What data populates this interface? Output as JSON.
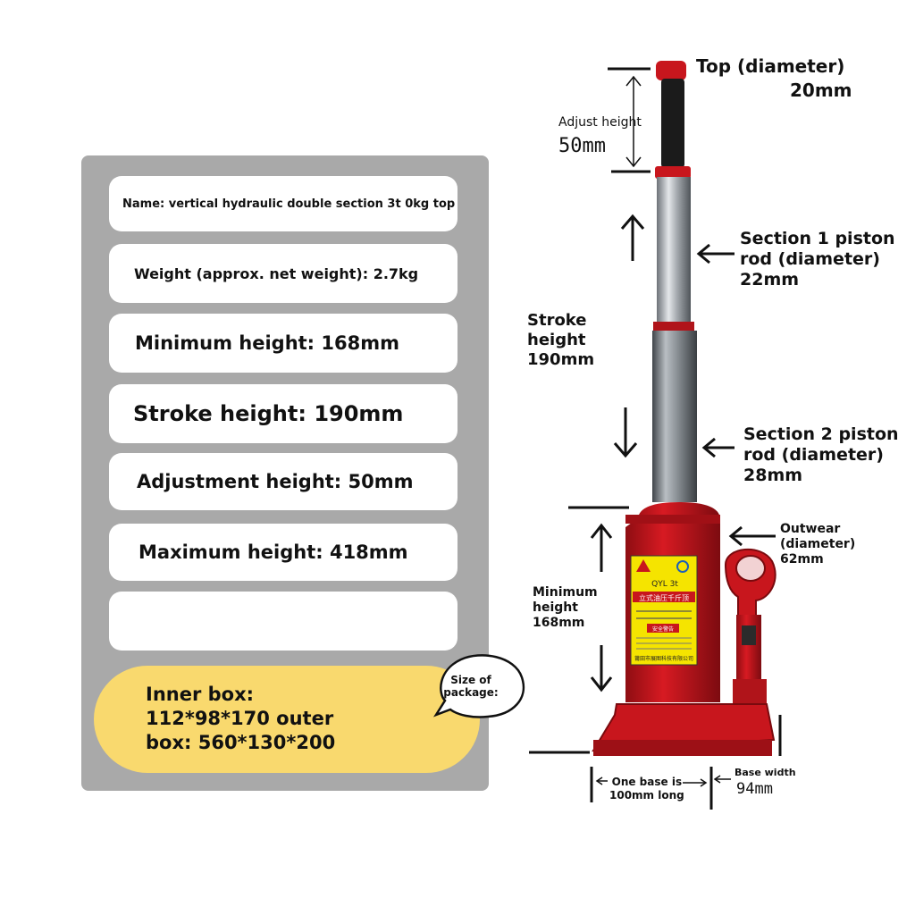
{
  "specs": {
    "name": "Name: vertical hydraulic double section 3t 0kg top",
    "weight": "Weight (approx. net weight): 2.7kg",
    "min_height": "Minimum height: 168mm",
    "stroke_height": "Stroke height: 190mm",
    "adjust_height": "Adjustment height: 50mm",
    "max_height": "Maximum height: 418mm",
    "empty": ""
  },
  "package": {
    "bubble": "Size of package:",
    "line1": "Inner box:",
    "line2": "112*98*170 outer",
    "line3": "box: 560*130*200"
  },
  "diagram": {
    "top_diameter_label": "Top (diameter)",
    "top_diameter_value": "20mm",
    "adjust_label": "Adjust height",
    "adjust_value": "50mm",
    "section1_line1": "Section 1 piston",
    "section1_line2": "rod (diameter)",
    "section1_line3": "22mm",
    "stroke_line1": "Stroke",
    "stroke_line2": "height",
    "stroke_line3": "190mm",
    "section2_line1": "Section 2 piston",
    "section2_line2": "rod (diameter)",
    "section2_line3": "28mm",
    "outwear_line1": "Outwear",
    "outwear_line2": "(diameter)",
    "outwear_line3": "62mm",
    "min_line1": "Minimum",
    "min_line2": "height",
    "min_line3": "168mm",
    "base_long_line1": "One base is",
    "base_long_line2": "100mm long",
    "base_width_label": "Base width",
    "base_width_value": "94mm"
  },
  "label_plate": {
    "model": "QYL 3t",
    "chinese_title": "立式油压千斤顶",
    "warning": "安全警告",
    "company": "莆田市展图科技有限公司"
  },
  "colors": {
    "panel_gray": "#a9a9a9",
    "pill_yellow": "#f9d96e",
    "jack_red": "#c8161d",
    "plate_yellow": "#f5e400",
    "rod_steel": "#9aa0a6"
  }
}
